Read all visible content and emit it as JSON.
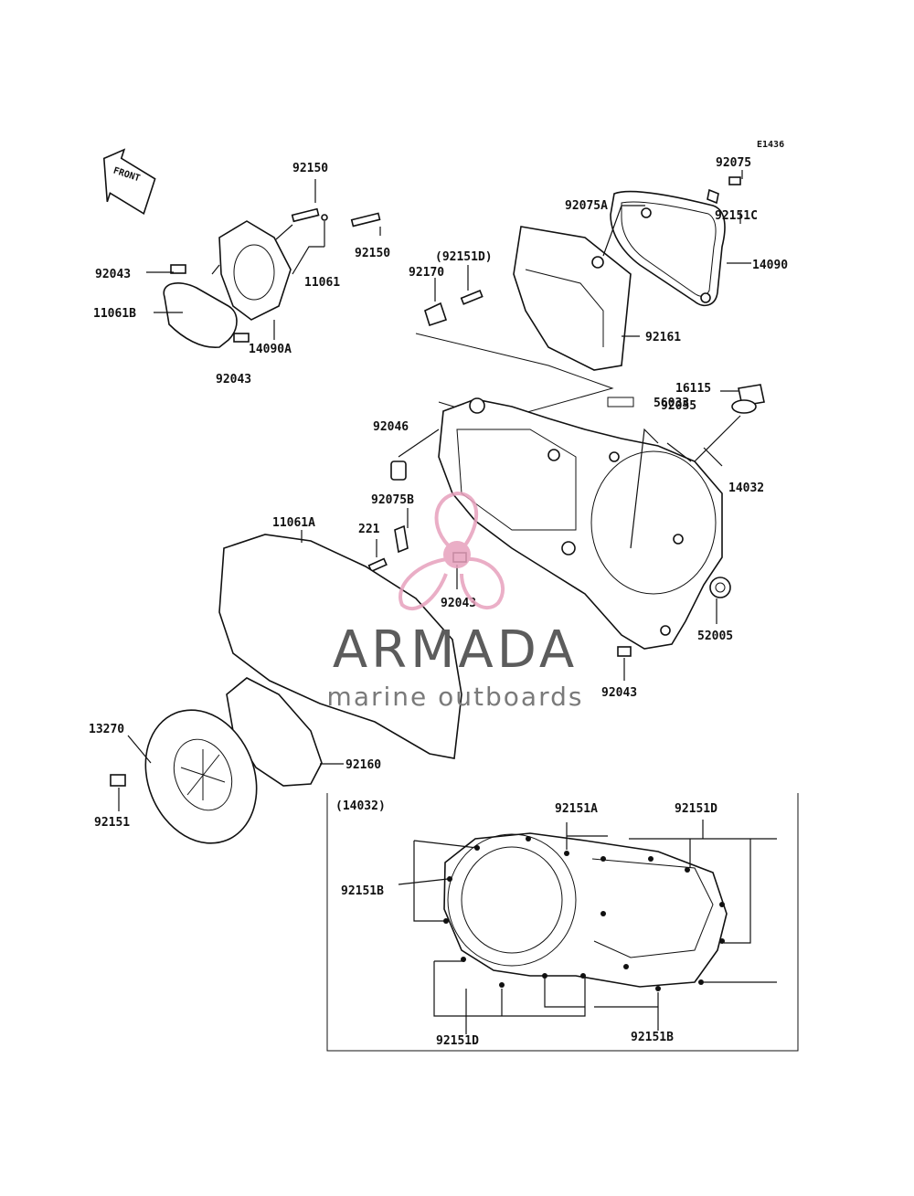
{
  "diagram_code": "E1436",
  "front_label": "FRONT",
  "labels": {
    "l_92150_a": "92150",
    "l_92150_b": "92150",
    "l_92043_a": "92043",
    "l_11061": "11061",
    "l_11061b": "11061B",
    "l_14090a": "14090A",
    "l_92043_b": "92043",
    "l_92075": "92075",
    "l_92151c": "92151C",
    "l_92075a": "92075A",
    "l_14090": "14090",
    "l_92151d_paren": "(92151D)",
    "l_92170": "92170",
    "l_92161": "92161",
    "l_16115": "16115",
    "l_92055": "92055",
    "l_56033": "56033",
    "l_14032": "14032",
    "l_92046": "92046",
    "l_92075b": "92075B",
    "l_11061a": "11061A",
    "l_221": "221",
    "l_92043_c": "92043",
    "l_52005": "52005",
    "l_92043_d": "92043",
    "l_13270": "13270",
    "l_92160": "92160",
    "l_92151": "92151"
  },
  "inset": {
    "title": "(14032)",
    "l_92151a": "92151A",
    "l_92151d_top": "92151D",
    "l_92151b_left": "92151B",
    "l_92151d_bottom": "92151D",
    "l_92151b_bottom": "92151B"
  },
  "watermark": {
    "brand": "ARMADA",
    "tagline": "marine outboards",
    "logo_color": "#e7a1bd",
    "text_color": "#5c5c5c"
  }
}
